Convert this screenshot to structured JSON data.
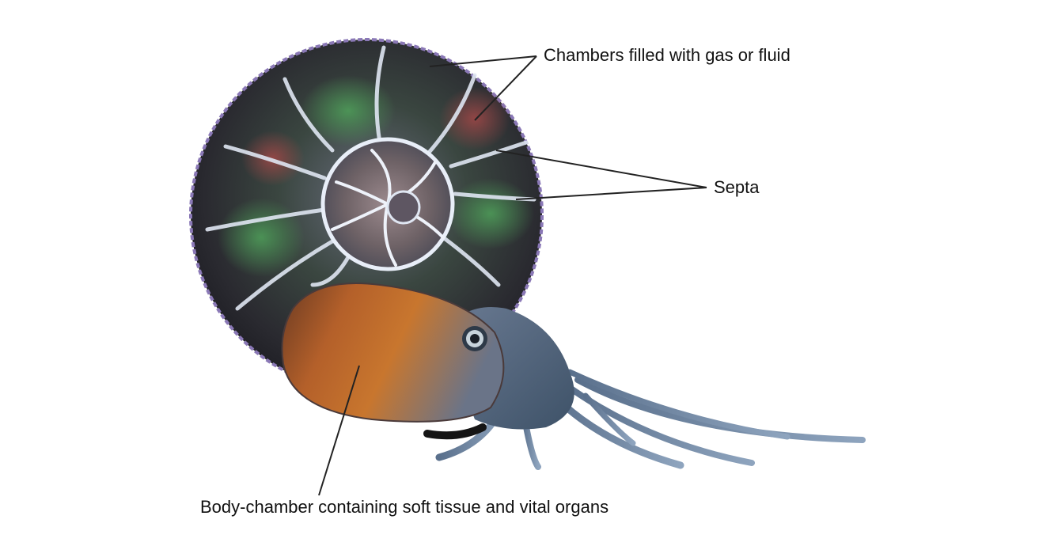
{
  "labels": {
    "chambers": "Chambers filled with gas or fluid",
    "septa": "Septa",
    "body_chamber": "Body-chamber containing soft tissue and vital organs"
  },
  "colors": {
    "shell_dark": "#2a2a30",
    "shell_green": "#3f7a4a",
    "shell_red": "#8a3a3a",
    "rib_highlight": "#dfe6f2",
    "rim": "#7c6aa8",
    "body_orange": "#c8692e",
    "body_brown": "#7a4a2a",
    "head_blue": "#5a7290",
    "tentacle": "#6f88a6",
    "leader_line": "#222222"
  }
}
